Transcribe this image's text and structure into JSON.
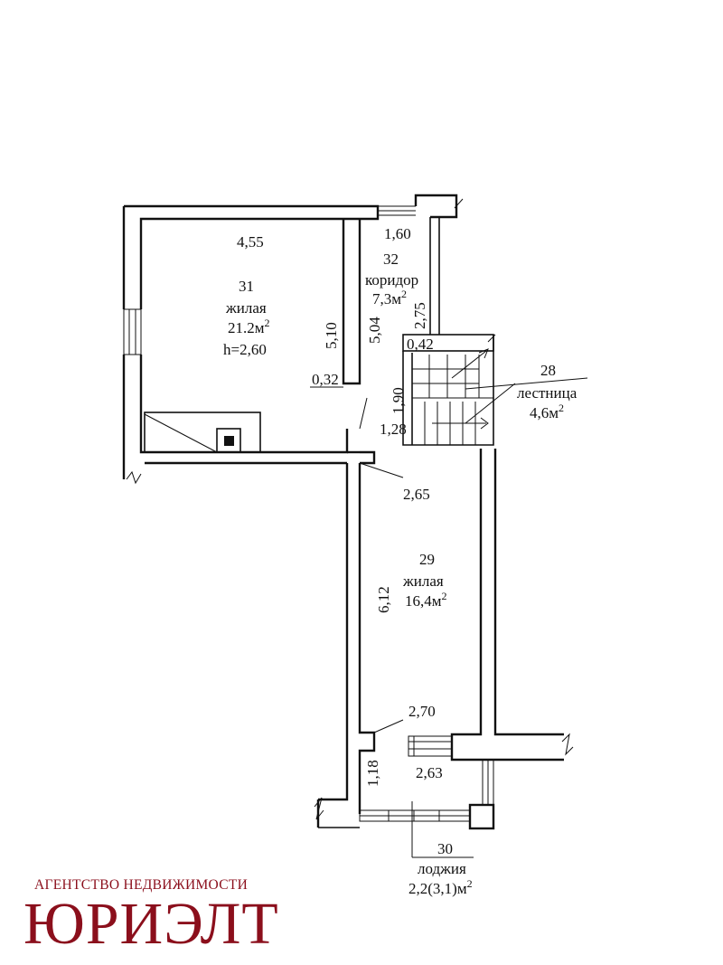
{
  "rooms": [
    {
      "id": "31",
      "number": "31",
      "type": "жилая",
      "area": "21.2м",
      "sup": "2",
      "height": "h=2,60"
    },
    {
      "id": "32",
      "number": "32",
      "type": "коридор",
      "area": "7,3м",
      "sup": "2"
    },
    {
      "id": "28",
      "number": "28",
      "type": "лестница",
      "area": "4,6м",
      "sup": "2"
    },
    {
      "id": "29",
      "number": "29",
      "type": "жилая",
      "area": "16,4м",
      "sup": "2"
    },
    {
      "id": "30",
      "number": "30",
      "type": "лоджия",
      "area": "2,2(3,1)м",
      "sup": "2"
    }
  ],
  "dimensions": {
    "d455": "4,55",
    "d510": "5,10",
    "d504": "5,04",
    "d032": "0,32",
    "d160": "1,60",
    "d275": "2,75",
    "d042": "0,42",
    "d190": "1,90",
    "d128": "1,28",
    "d265": "2,65",
    "d612": "6,12",
    "d270": "2,70",
    "d118": "1,18",
    "d263": "2,63"
  },
  "brand": {
    "tagline": "АГЕНТСТВО НЕДВИЖИМОСТИ",
    "name": "ЮРИЭЛТ",
    "color": "#8b0f1c"
  }
}
